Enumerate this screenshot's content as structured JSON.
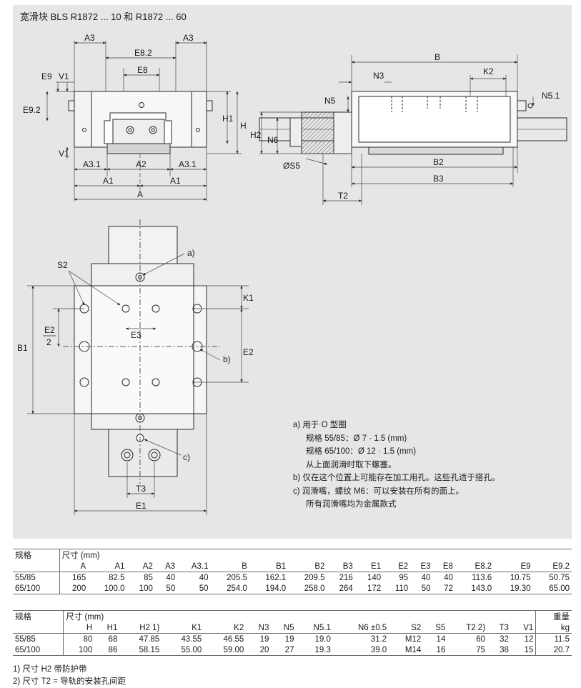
{
  "figure": {
    "title": "宽滑块 BLS R1872 ... 10 和 R1872 ... 60",
    "labels": {
      "A3": "A3",
      "E82": "E8.2",
      "E8": "E8",
      "E9": "E9",
      "V1": "V1",
      "E92": "E9.2",
      "H1": "H1",
      "H": "H",
      "A31": "A3.1",
      "A2": "A2",
      "A1": "A1",
      "A": "A",
      "B": "B",
      "N3": "N3",
      "K2": "K2",
      "N5": "N5",
      "N51": "N5.1",
      "H2": "H2",
      "N6": "N6",
      "S5": "ØS5",
      "B2": "B2",
      "B3": "B3",
      "T2": "T2",
      "a": "a)",
      "S2": "S2",
      "K1": "K1",
      "E2h": "E2",
      "two": "2",
      "B1": "B1",
      "E3": "E3",
      "b": "b)",
      "E2": "E2",
      "c": "c)",
      "T3": "T3",
      "E1": "E1"
    },
    "notes": [
      "a)  用于 O 型圈",
      "规格 55/85：Ø 7 · 1.5 (mm)",
      "规格 65/100：Ø 12 · 1.5 (mm)",
      "从上面润滑时取下螺塞。",
      "b)  仅在这个位置上可能存在加工用孔。这些孔适于搭孔。",
      "c)  润滑嘴，螺纹 M6：可以安装在所有的面上。",
      "所有润滑嘴均为金属款式"
    ]
  },
  "table1": {
    "group_label": "规格",
    "unit_label": "尺寸 (mm)",
    "headers": [
      "A",
      "A1",
      "A2",
      "A3",
      "A3.1",
      "B",
      "B1",
      "B2",
      "B3",
      "E1",
      "E2",
      "E3",
      "E8",
      "E8.2",
      "E9",
      "E9.2"
    ],
    "rows": [
      {
        "size": "55/85",
        "values": [
          "165",
          "82.5",
          "85",
          "40",
          "40",
          "205.5",
          "162.1",
          "209.5",
          "216",
          "140",
          "95",
          "40",
          "40",
          "113.6",
          "10.75",
          "50.75"
        ]
      },
      {
        "size": "65/100",
        "values": [
          "200",
          "100.0",
          "100",
          "50",
          "50",
          "254.0",
          "194.0",
          "258.0",
          "264",
          "172",
          "110",
          "50",
          "72",
          "143.0",
          "19.30",
          "65.00"
        ]
      }
    ]
  },
  "table2": {
    "group_label": "规格",
    "unit_label": "尺寸 (mm)",
    "weight_label": "重量",
    "weight_unit": "kg",
    "headers": [
      "H",
      "H1",
      "H2 1)",
      "K1",
      "K2",
      "N3",
      "N5",
      "N5.1",
      "N6 ±0.5",
      "S2",
      "S5",
      "T2 2)",
      "T3",
      "V1"
    ],
    "rows": [
      {
        "size": "55/85",
        "values": [
          "80",
          "68",
          "47.85",
          "43.55",
          "46.55",
          "19",
          "19",
          "19.0",
          "31.2",
          "M12",
          "14",
          "60",
          "32",
          "12"
        ],
        "weight": "11.5"
      },
      {
        "size": "65/100",
        "values": [
          "100",
          "86",
          "58.15",
          "55.00",
          "59.00",
          "20",
          "27",
          "19.3",
          "39.0",
          "M14",
          "16",
          "75",
          "38",
          "15"
        ],
        "weight": "20.7"
      }
    ]
  },
  "footnotes": [
    "1)  尺寸 H2 带防护带",
    "2)  尺寸 T2 = 导轨的安装孔间距"
  ]
}
